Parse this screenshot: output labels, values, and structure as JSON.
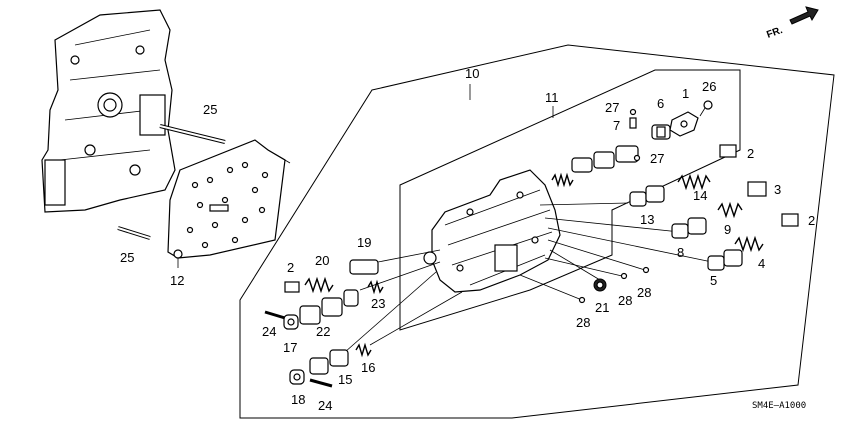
{
  "callouts": [
    {
      "id": "10",
      "text": "10"
    },
    {
      "id": "11",
      "text": "11"
    },
    {
      "id": "25a",
      "text": "25"
    },
    {
      "id": "25b",
      "text": "25"
    },
    {
      "id": "12",
      "text": "12"
    },
    {
      "id": "27a",
      "text": "27"
    },
    {
      "id": "7",
      "text": "7"
    },
    {
      "id": "6",
      "text": "6"
    },
    {
      "id": "1",
      "text": "1"
    },
    {
      "id": "26",
      "text": "26"
    },
    {
      "id": "27b",
      "text": "27"
    },
    {
      "id": "2a",
      "text": "2"
    },
    {
      "id": "14",
      "text": "14"
    },
    {
      "id": "3",
      "text": "3"
    },
    {
      "id": "13",
      "text": "13"
    },
    {
      "id": "9",
      "text": "9"
    },
    {
      "id": "2b",
      "text": "2"
    },
    {
      "id": "8",
      "text": "8"
    },
    {
      "id": "4",
      "text": "4"
    },
    {
      "id": "5",
      "text": "5"
    },
    {
      "id": "19",
      "text": "19"
    },
    {
      "id": "20",
      "text": "20"
    },
    {
      "id": "2c",
      "text": "2"
    },
    {
      "id": "23",
      "text": "23"
    },
    {
      "id": "24a",
      "text": "24"
    },
    {
      "id": "22",
      "text": "22"
    },
    {
      "id": "17",
      "text": "17"
    },
    {
      "id": "16",
      "text": "16"
    },
    {
      "id": "15",
      "text": "15"
    },
    {
      "id": "18",
      "text": "18"
    },
    {
      "id": "24b",
      "text": "24"
    },
    {
      "id": "21",
      "text": "21"
    },
    {
      "id": "28a",
      "text": "28"
    },
    {
      "id": "28b",
      "text": "28"
    },
    {
      "id": "28c",
      "text": "28"
    }
  ],
  "direction_label": "FR.",
  "diagram_code": "SM4E–A1000"
}
